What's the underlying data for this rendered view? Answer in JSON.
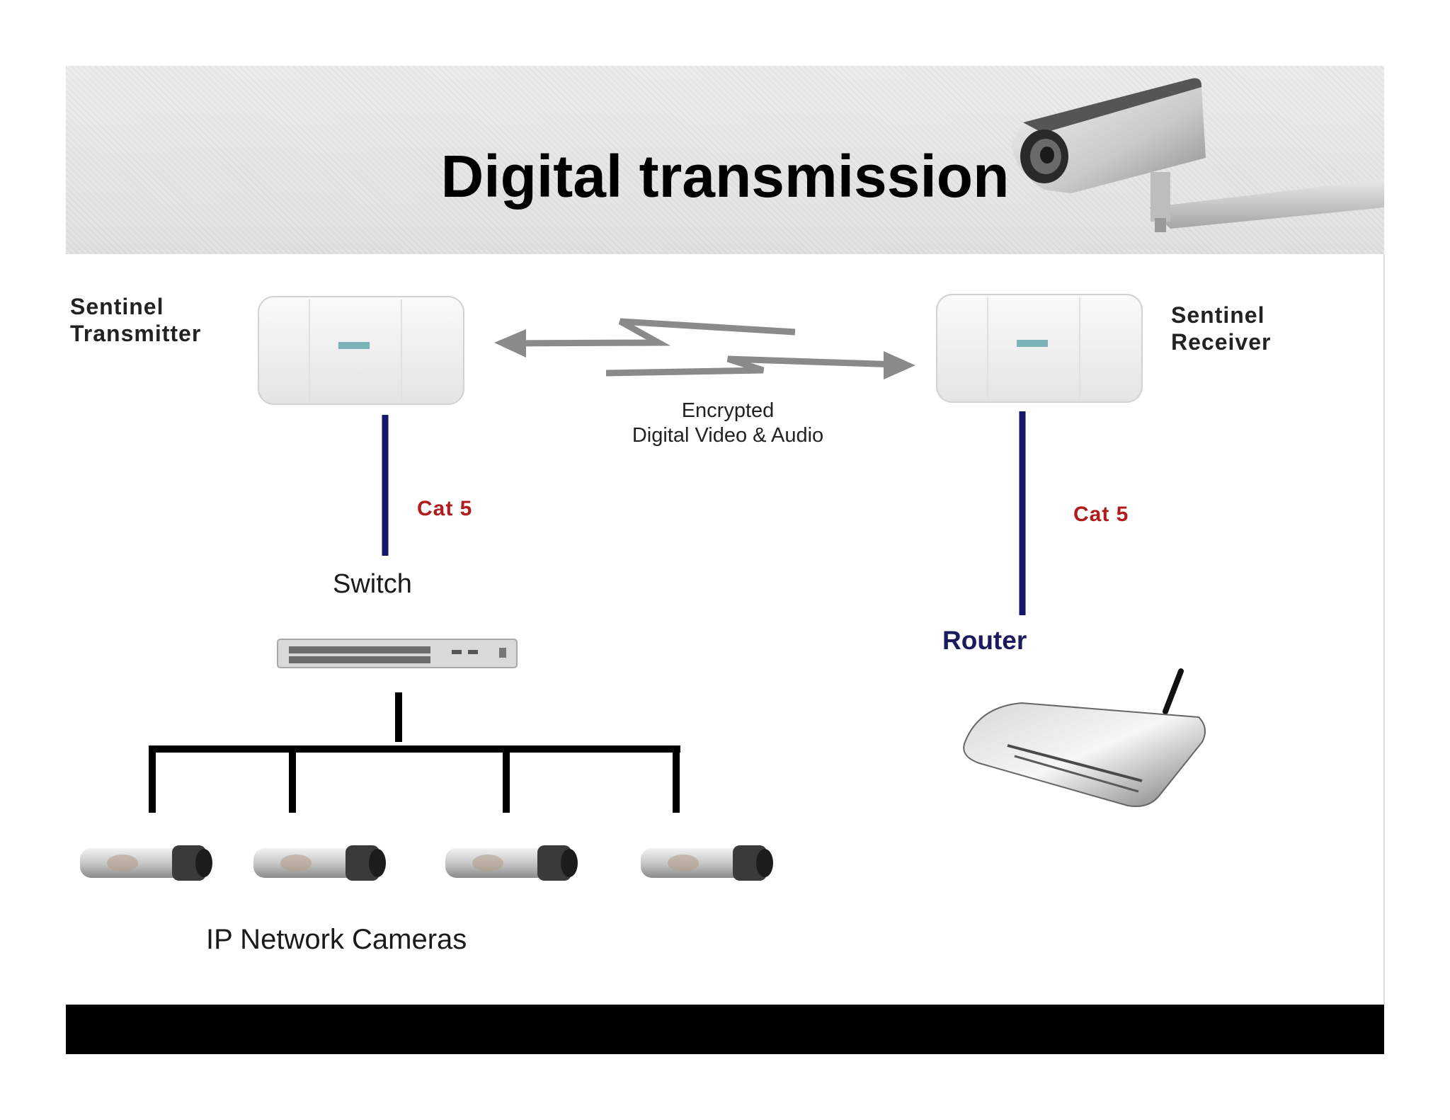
{
  "title": "Digital transmission",
  "transmitter_label": "Sentinel\nTransmitter",
  "receiver_label": "Sentinel\nReceiver",
  "link_label": "Encrypted\nDigital Video & Audio",
  "cable_left": "Cat 5",
  "cable_right": "Cat 5",
  "switch_label": "Switch",
  "router_label": "Router",
  "cameras_label": "IP Network Cameras",
  "colors": {
    "cable": "#15166a",
    "cat5": "#b01c1c",
    "router_text": "#1b1a5c",
    "header_bg": "#e6e6e6",
    "footer": "#000000"
  },
  "icons": [
    "cctv-camera-icon",
    "radio-unit-icon",
    "network-switch-icon",
    "router-icon",
    "ip-camera-icon"
  ]
}
